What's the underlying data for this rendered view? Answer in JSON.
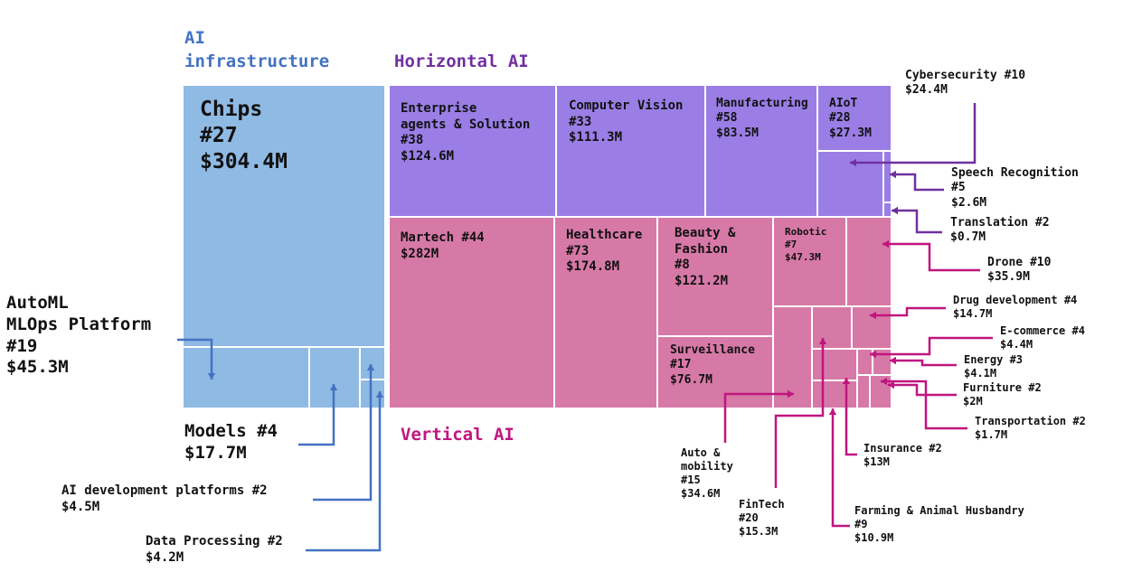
{
  "chart_data": {
    "type": "treemap",
    "groups": [
      {
        "label": "AI\ninfrastructure",
        "color": "#4472c4"
      },
      {
        "label": "Horizontal AI",
        "color": "#7030a0"
      },
      {
        "label": "Vertical  AI",
        "color": "#c0157f"
      }
    ],
    "colors": {
      "infra_fill": "#8fbae4",
      "horizontal_fill": "#9a7ee6",
      "vertical_fill": "#d779a7",
      "border": "#ffffff"
    },
    "items": [
      {
        "group": "AI\ninfrastructure",
        "label": "Chips\n#27\n$304.4M",
        "value": 304.4
      },
      {
        "group": "AI\ninfrastructure",
        "label": "AutoML\nMLOps Platform\n#19\n$45.3M",
        "value": 45.3
      },
      {
        "group": "AI\ninfrastructure",
        "label": "Models #4\n$17.7M",
        "value": 17.7
      },
      {
        "group": "AI\ninfrastructure",
        "label": "AI development platforms #2\n$4.5M",
        "value": 4.5
      },
      {
        "group": "AI\ninfrastructure",
        "label": "Data Processing #2\n$4.2M",
        "value": 4.2
      },
      {
        "group": "Horizontal AI",
        "label": "Enterprise\nagents & Solution\n#38\n$124.6M",
        "value": 124.6
      },
      {
        "group": "Horizontal AI",
        "label": "Computer Vision\n#33\n$111.3M",
        "value": 111.3
      },
      {
        "group": "Horizontal AI",
        "label": "Manufacturing\n#58\n$83.5M",
        "value": 83.5
      },
      {
        "group": "Horizontal AI",
        "label": "AIoT\n#28\n$27.3M",
        "value": 27.3
      },
      {
        "group": "Horizontal AI",
        "label": "Cybersecurity #10\n$24.4M",
        "value": 24.4
      },
      {
        "group": "Horizontal AI",
        "label": "Speech Recognition\n#5\n$2.6M",
        "value": 2.6
      },
      {
        "group": "Horizontal AI",
        "label": "Translation #2\n$0.7M",
        "value": 0.7
      },
      {
        "group": "Vertical  AI",
        "label": "Martech #44\n$282M",
        "value": 282
      },
      {
        "group": "Vertical  AI",
        "label": "Healthcare\n#73\n$174.8M",
        "value": 174.8
      },
      {
        "group": "Vertical  AI",
        "label": "Beauty &\nFashion\n#8\n$121.2M",
        "value": 121.2
      },
      {
        "group": "Vertical  AI",
        "label": "Surveillance\n#17\n$76.7M",
        "value": 76.7
      },
      {
        "group": "Vertical  AI",
        "label": "Robotic\n#7\n$47.3M",
        "value": 47.3
      },
      {
        "group": "Vertical  AI",
        "label": "Drone #10\n$35.9M",
        "value": 35.9
      },
      {
        "group": "Vertical  AI",
        "label": "Auto &\nmobility\n#15\n$34.6M",
        "value": 34.6
      },
      {
        "group": "Vertical  AI",
        "label": "FinTech\n#20\n$15.3M",
        "value": 15.3
      },
      {
        "group": "Vertical  AI",
        "label": "Drug development #4\n$14.7M",
        "value": 14.7
      },
      {
        "group": "Vertical  AI",
        "label": "Insurance #2\n$13M",
        "value": 13
      },
      {
        "group": "Vertical  AI",
        "label": "Farming & Animal Husbandry\n#9\n$10.9M",
        "value": 10.9
      },
      {
        "group": "Vertical  AI",
        "label": "E-commerce #4\n$4.4M",
        "value": 4.4
      },
      {
        "group": "Vertical  AI",
        "label": "Energy #3\n$4.1M",
        "value": 4.1
      },
      {
        "group": "Vertical  AI",
        "label": "Furniture #2\n$2M",
        "value": 2
      },
      {
        "group": "Vertical  AI",
        "label": "Transportation #2\n$1.7M",
        "value": 1.7
      }
    ]
  }
}
